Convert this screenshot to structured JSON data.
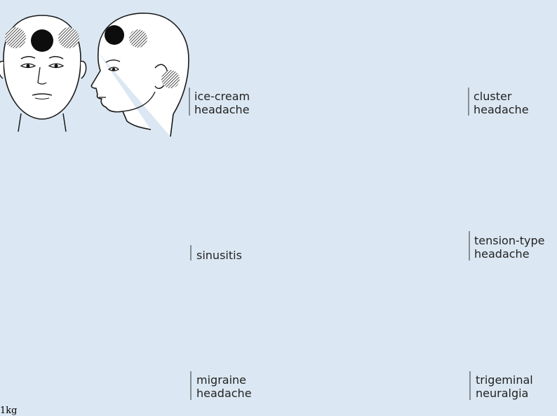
{
  "labels": {
    "ice_cream": "ice-cream\nheadache",
    "cluster": "cluster\nheadache",
    "sinusitis": "sinusitis",
    "tension": "tension-type\nheadache",
    "migraine": "migraine\nheadache",
    "trigeminal": "trigeminal\nneuralgia"
  },
  "weight_label": "1kg",
  "colors": {
    "background": "#dbe8f3",
    "line": "#1a1a1a",
    "pain_dark": "#0d0d0d",
    "hatch": "#2a2a2a"
  }
}
